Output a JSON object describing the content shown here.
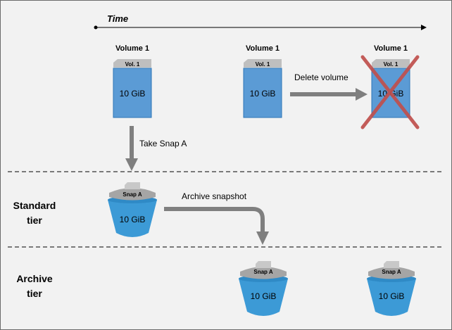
{
  "time_label": "Time",
  "tiers": {
    "standard": [
      "Standard",
      "tier"
    ],
    "archive": [
      "Archive",
      "tier"
    ]
  },
  "volumes": [
    {
      "title": "Volume 1",
      "tag": "Vol. 1",
      "size": "10 GiB",
      "deleted": false
    },
    {
      "title": "Volume 1",
      "tag": "Vol. 1",
      "size": "10 GiB",
      "deleted": false
    },
    {
      "title": "Volume 1",
      "tag": "Vol. 1",
      "size": "10 GiB",
      "deleted": true
    }
  ],
  "actions": {
    "take_snap": "Take Snap A",
    "delete_volume": "Delete volume",
    "archive_snapshot": "Archive snapshot"
  },
  "snapshots": {
    "standard": {
      "tag": "Snap A",
      "size": "10 GiB"
    },
    "archive_1": {
      "tag": "Snap A",
      "size": "10 GiB"
    },
    "archive_2": {
      "tag": "Snap A",
      "size": "10 GiB"
    }
  },
  "colors": {
    "volume_blue": "#5b9bd5",
    "volume_border": "#2e75b6",
    "arrow_gray": "#7f7f7f",
    "lid_gray": "#a5a5a5",
    "cross_red": "#c0504d"
  }
}
